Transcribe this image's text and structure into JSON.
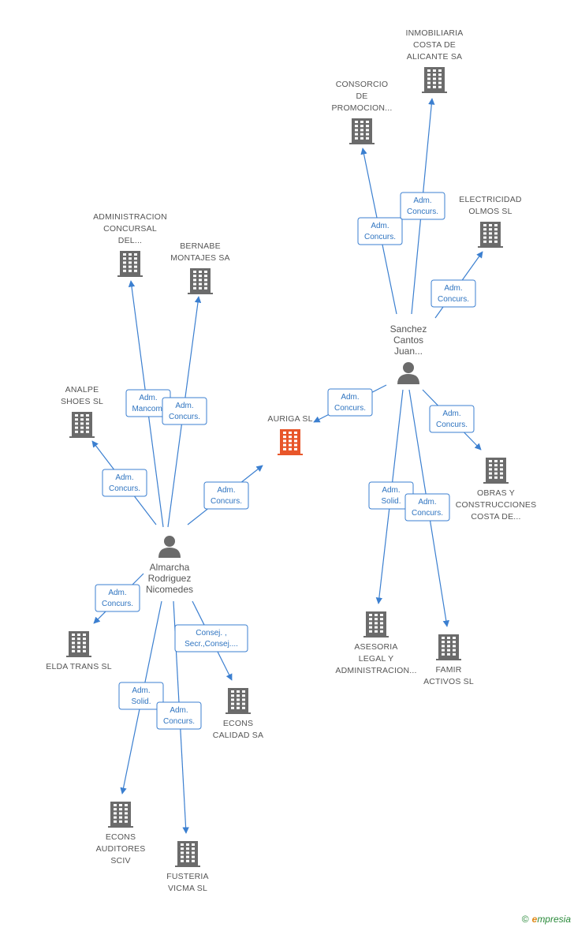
{
  "colors": {
    "edge": "#3b7fd0",
    "company": "#6b6b6b",
    "focus_company": "#e8562a",
    "person": "#6b6b6b",
    "text": "#555555"
  },
  "nodes": [
    {
      "id": "auriga",
      "type": "focus",
      "lines": [
        "AURIGA SL"
      ]
    },
    {
      "id": "almarcha",
      "type": "person",
      "lines": [
        "Almarcha",
        "Rodriguez",
        "Nicomedes"
      ]
    },
    {
      "id": "sanchez",
      "type": "person",
      "lines": [
        "Sanchez",
        "Cantos",
        "Juan..."
      ]
    },
    {
      "id": "inmob",
      "type": "company",
      "lines": [
        "INMOBILIARIA",
        "COSTA DE",
        "ALICANTE SA"
      ]
    },
    {
      "id": "consorcio",
      "type": "company",
      "lines": [
        "CONSORCIO",
        "DE",
        "PROMOCION..."
      ]
    },
    {
      "id": "electricidad",
      "type": "company",
      "lines": [
        "ELECTRICIDAD",
        "OLMOS SL"
      ]
    },
    {
      "id": "obras",
      "type": "company",
      "lines": [
        "OBRAS Y",
        "CONSTRUCCIONES",
        "COSTA DE..."
      ]
    },
    {
      "id": "asesoria",
      "type": "company",
      "lines": [
        "ASESORIA",
        "LEGAL Y",
        "ADMINISTRACION..."
      ]
    },
    {
      "id": "famir",
      "type": "company",
      "lines": [
        "FAMIR",
        "ACTIVOS SL"
      ]
    },
    {
      "id": "admconc",
      "type": "company",
      "lines": [
        "ADMINISTRACION",
        "CONCURSAL",
        "DEL..."
      ]
    },
    {
      "id": "bernabe",
      "type": "company",
      "lines": [
        "BERNABE",
        "MONTAJES SA"
      ]
    },
    {
      "id": "analpe",
      "type": "company",
      "lines": [
        "ANALPE",
        "SHOES SL"
      ]
    },
    {
      "id": "elda",
      "type": "company",
      "lines": [
        "ELDA TRANS SL"
      ]
    },
    {
      "id": "econscal",
      "type": "company",
      "lines": [
        "ECONS",
        "CALIDAD SA"
      ]
    },
    {
      "id": "econsaud",
      "type": "company",
      "lines": [
        "ECONS",
        "AUDITORES",
        "SCIV"
      ]
    },
    {
      "id": "fusteria",
      "type": "company",
      "lines": [
        "FUSTERIA",
        "VICMA SL"
      ]
    }
  ],
  "edges": [
    {
      "from": "sanchez",
      "to": "consorcio",
      "label": [
        "Adm.",
        "Concurs."
      ]
    },
    {
      "from": "sanchez",
      "to": "inmob",
      "label": [
        "Adm.",
        "Concurs."
      ]
    },
    {
      "from": "sanchez",
      "to": "electricidad",
      "label": [
        "Adm.",
        "Concurs."
      ]
    },
    {
      "from": "sanchez",
      "to": "auriga",
      "label": [
        "Adm.",
        "Concurs."
      ]
    },
    {
      "from": "sanchez",
      "to": "obras",
      "label": [
        "Adm.",
        "Concurs."
      ]
    },
    {
      "from": "sanchez",
      "to": "asesoria",
      "label": [
        "Adm.",
        "Solid."
      ]
    },
    {
      "from": "sanchez",
      "to": "famir",
      "label": [
        "Adm.",
        "Concurs."
      ]
    },
    {
      "from": "almarcha",
      "to": "admconc",
      "label": [
        "Adm.",
        "Mancom."
      ]
    },
    {
      "from": "almarcha",
      "to": "bernabe",
      "label": [
        "Adm.",
        "Concurs."
      ]
    },
    {
      "from": "almarcha",
      "to": "analpe",
      "label": [
        "Adm.",
        "Concurs."
      ]
    },
    {
      "from": "almarcha",
      "to": "auriga",
      "label": [
        "Adm.",
        "Concurs."
      ]
    },
    {
      "from": "almarcha",
      "to": "elda",
      "label": [
        "Adm.",
        "Concurs."
      ]
    },
    {
      "from": "almarcha",
      "to": "econscal",
      "label": [
        "Consej. ,",
        "Secr.,Consej...."
      ]
    },
    {
      "from": "almarcha",
      "to": "econsaud",
      "label": [
        "Adm.",
        "Solid."
      ]
    },
    {
      "from": "almarcha",
      "to": "fusteria",
      "label": [
        "Adm.",
        "Concurs."
      ]
    }
  ],
  "footer": {
    "copyright": "©",
    "brand": "mpresia",
    "brand_initial": "e"
  }
}
